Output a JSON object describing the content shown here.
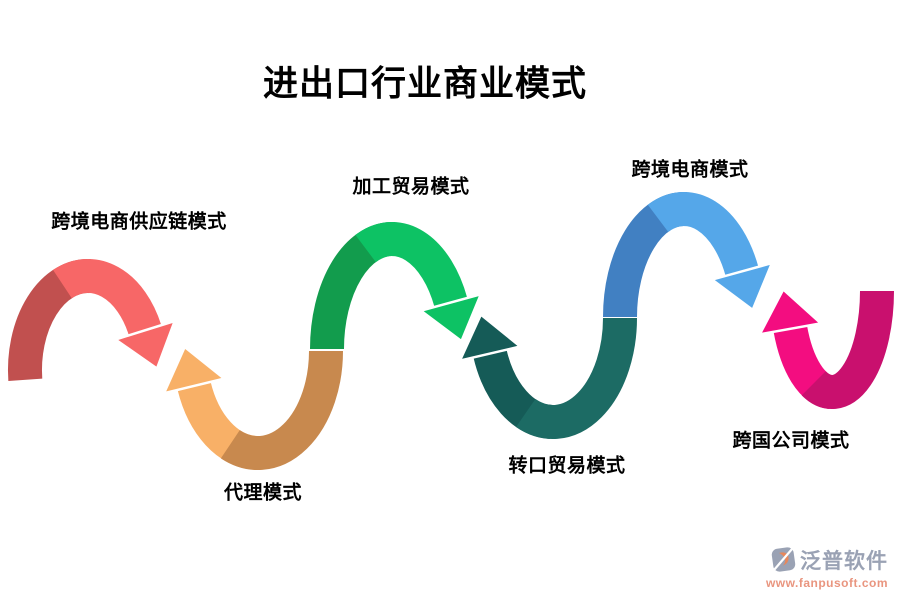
{
  "title": "进出口行业商业模式",
  "title_color": "#000000",
  "background": "#FFFFFF",
  "modes": [
    {
      "label": "跨境电商供应链模式",
      "shape": "arch-down-arrow",
      "start_half_color": "#C1504F",
      "arrow_half_color": "#F76767"
    },
    {
      "label": "代理模式",
      "shape": "valley-up-arrow",
      "start_half_color": "#C8894E",
      "arrow_half_color": "#F8B067"
    },
    {
      "label": "加工贸易模式",
      "shape": "arch-down-arrow",
      "start_half_color": "#129C4D",
      "arrow_half_color": "#0DC264"
    },
    {
      "label": "转口贸易模式",
      "shape": "valley-up-arrow",
      "start_half_color": "#1C6B64",
      "arrow_half_color": "#155B57"
    },
    {
      "label": "跨境电商模式",
      "shape": "arch-down-arrow",
      "start_half_color": "#4180C2",
      "arrow_half_color": "#55A7E9"
    },
    {
      "label": "跨国公司模式",
      "shape": "valley-up-arrow",
      "start_half_color": "#C9106E",
      "arrow_half_color": "#F30D80"
    }
  ],
  "logo": {
    "name": "泛普软件",
    "url": "www.fanpusoft.com",
    "name_color": "#9AA2B4",
    "url_color": "#E9957F",
    "icon_gray": "#9AA2B4",
    "icon_orange": "#E8875A"
  }
}
